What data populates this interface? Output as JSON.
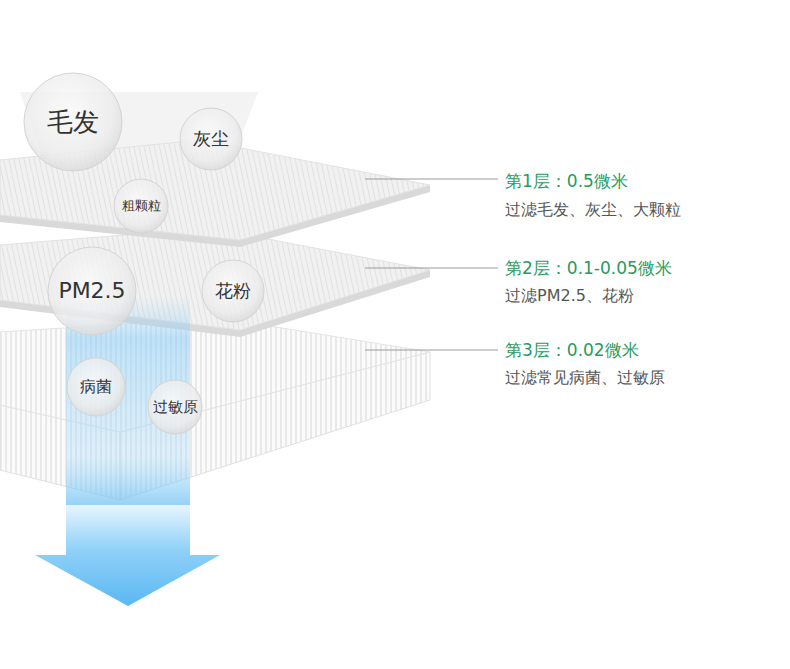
{
  "diagram": {
    "nodes": [
      {
        "text": [
          "毛发"
        ]
      },
      {
        "text": [
          "灰尘"
        ]
      },
      {
        "text": [
          "粗颗粒"
        ]
      },
      {
        "text": [
          "PM2.5"
        ]
      },
      {
        "text": [
          "花粉"
        ]
      },
      {
        "text": [
          "病菌"
        ]
      },
      {
        "text": [
          "过敏原"
        ]
      }
    ],
    "labels": [
      "第1层：0.5微米",
      "过滤毛发、灰尘、大颗粒",
      "第2层：0.1-0.05微米",
      "过滤PM2.5、花粉",
      "第3层：0.02微米",
      "过滤常见病菌、过敏原"
    ]
  }
}
